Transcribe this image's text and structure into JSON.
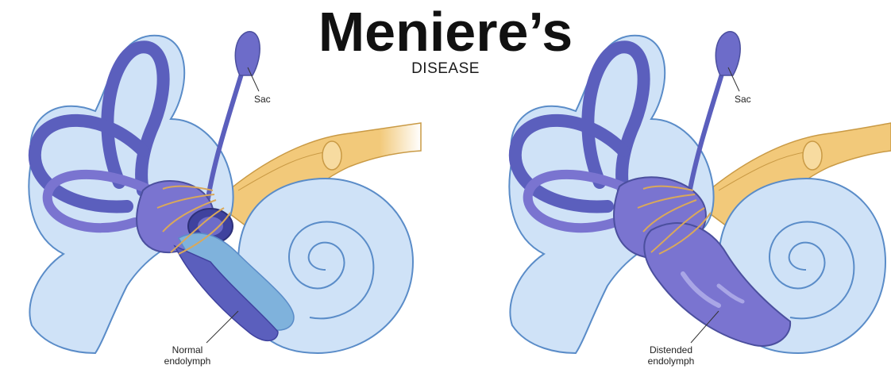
{
  "title": "Meniere’s",
  "subtitle": "DISEASE",
  "panels": {
    "normal": {
      "sac_label": "Sac",
      "endolymph_label_line1": "Normal",
      "endolymph_label_line2": "endolymph"
    },
    "distended": {
      "sac_label": "Sac",
      "endolymph_label_line1": "Distended",
      "endolymph_label_line2": "endolymph"
    }
  },
  "colors": {
    "perilymph": "#cfe2f7",
    "membrane_outline": "#5a62b0",
    "endolymph_normal": "#5b5fbd",
    "endolymph_distended": "#7a74d0",
    "cochlear_duct_fluid": "#7fb2dc",
    "nerve": "#f2c97a",
    "nerve_outline": "#c99a45"
  }
}
